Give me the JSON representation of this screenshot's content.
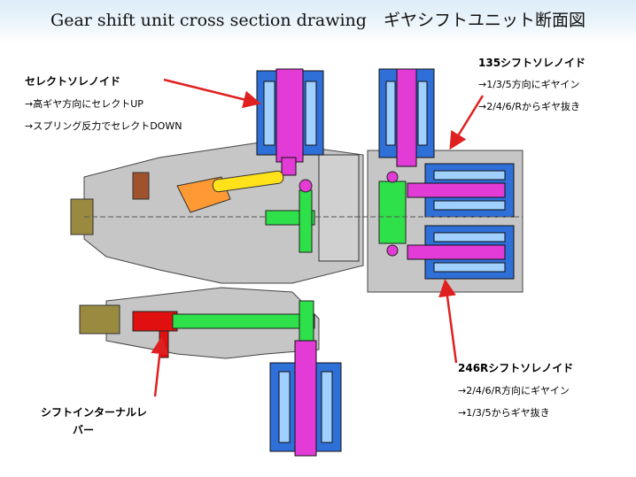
{
  "title": "Gear shift unit cross section drawing　ギヤシフトユニット断面図",
  "labels": {
    "select_solenoid": "セレクトソレノイド",
    "select_up": "→高ギヤ方向にセレクトUP",
    "select_down": "→スプリング反力でセレクトDOWN",
    "s135_title": "135シフトソレノイド",
    "s135_in": "→1/3/5方向にギヤイン",
    "s135_out": "→2/4/6/Rからギヤ抜き",
    "s246_title": "246Rシフトソレノイド",
    "s246_in": "→2/4/6/R方向にギヤイン",
    "s246_out": "→1/3/5からギヤ抜き",
    "internal_lever_1": "シフトインターナルレ",
    "internal_lever_2": "バー"
  },
  "colors": {
    "solenoid_body": "#2f6fd8",
    "plunger": "#e23bd6",
    "shaft": "#2ee04a",
    "select_lever": "#ff9933",
    "yellow_link": "#ffe21a",
    "red_part": "#e01010",
    "housing": "#c6c6c6",
    "arrow": "#e02020"
  }
}
